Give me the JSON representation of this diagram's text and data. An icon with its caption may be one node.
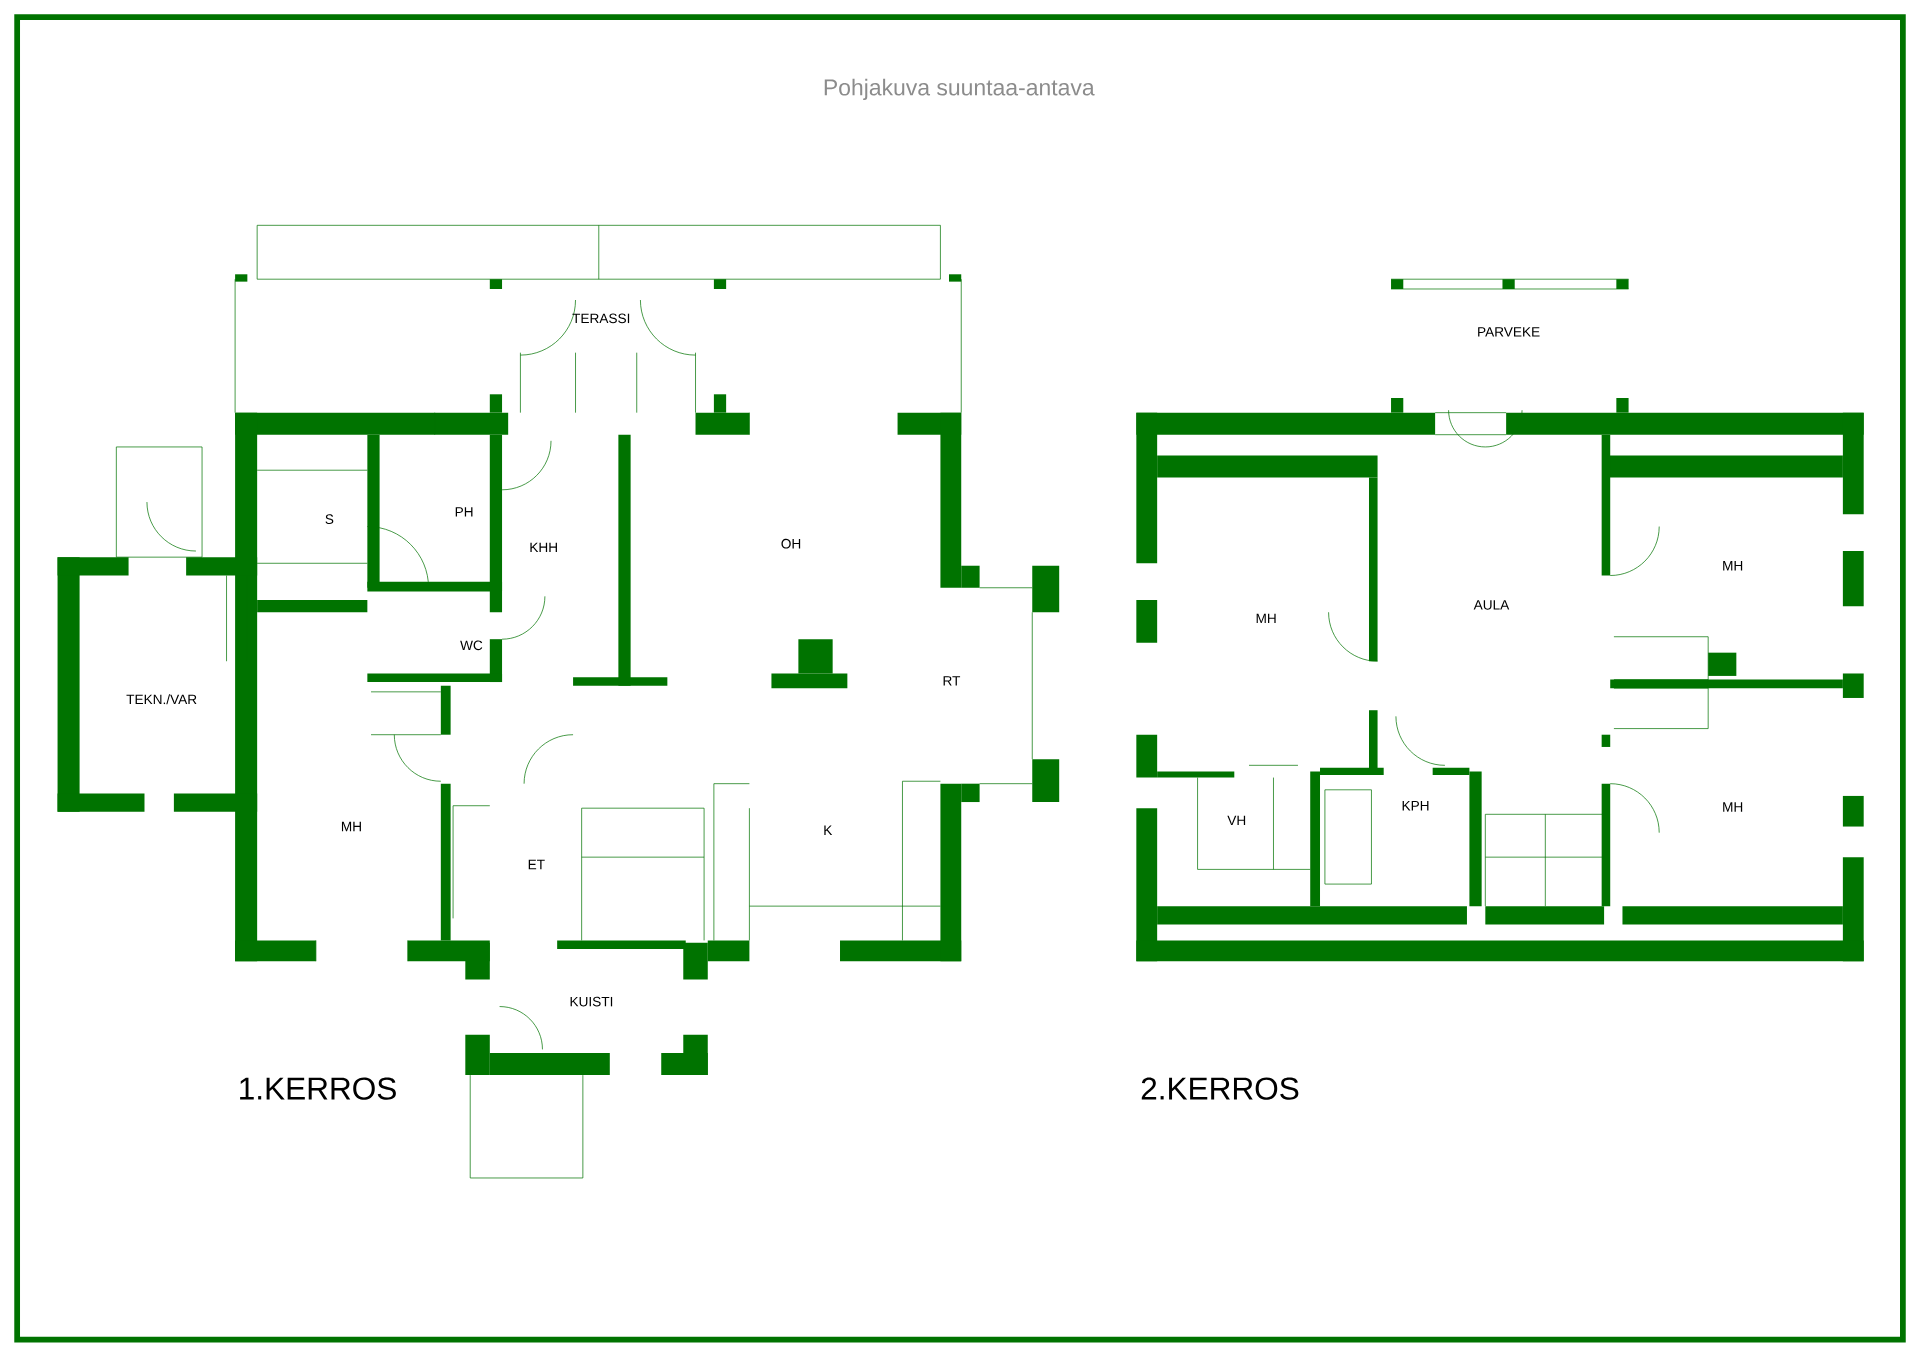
{
  "diagram": {
    "title": "Pohjakuva suuntaa-antava",
    "labels": [
      "TERASSI",
      "PARVEKE",
      "S",
      "PH",
      "KHH",
      "OH",
      "MH",
      "AULA",
      "MH",
      "WC",
      "TEKN./VAR",
      "RT",
      "MH",
      "ET",
      "K",
      "VH",
      "KPH",
      "MH",
      "KUISTI",
      "1.KERROS",
      "2.KERROS"
    ]
  }
}
